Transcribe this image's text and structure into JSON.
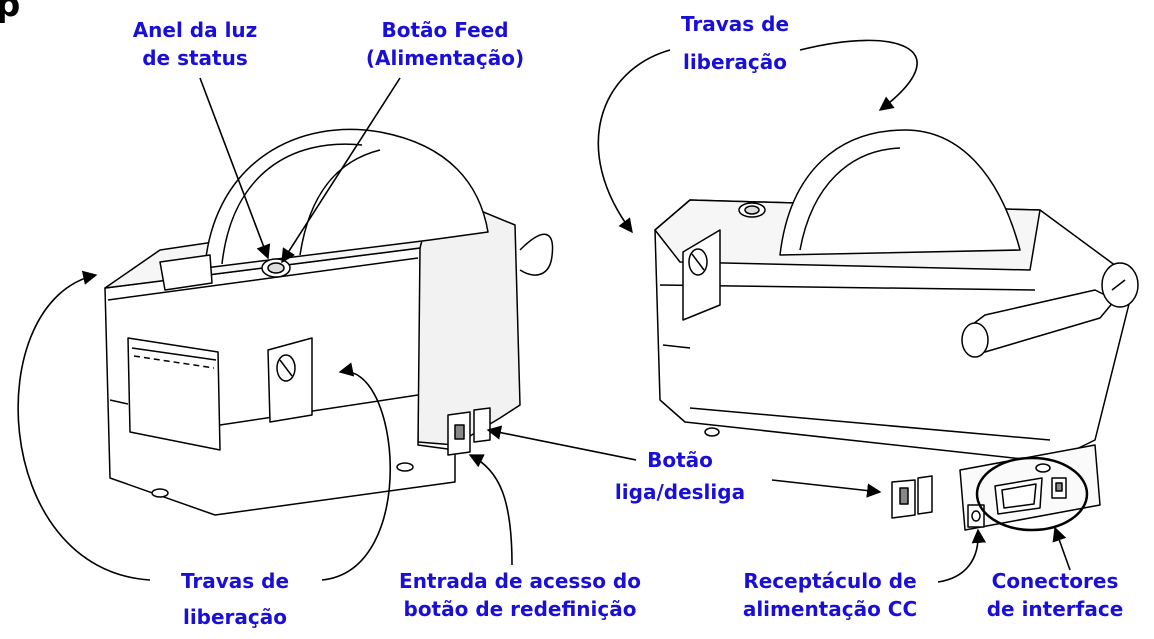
{
  "figure": {
    "heading_fragment": "p",
    "label_color": "#1a0fd6",
    "line_color": "#000000",
    "printer_fill": "#ffffff",
    "printer_shadow": "#efefef"
  },
  "labels": {
    "status_ring": {
      "line1": "Anel da luz",
      "line2": "de status"
    },
    "feed_button": {
      "line1": "Botão Feed",
      "line2": "(Alimentação)"
    },
    "release_latches_top": {
      "line1": "Travas de",
      "line2": "liberação"
    },
    "power_switch": {
      "line1": "Botão",
      "line2": "liga/desliga"
    },
    "release_latches_bottom": {
      "line1": "Travas de",
      "line2": "liberação"
    },
    "reset_access": {
      "line1": "Entrada de acesso do",
      "line2": "botão de redefinição"
    },
    "dc_receptacle": {
      "line1": "Receptáculo de",
      "line2": "alimentação CC"
    },
    "interface_connectors": {
      "line1": "Conectores",
      "line2": "de interface"
    }
  }
}
